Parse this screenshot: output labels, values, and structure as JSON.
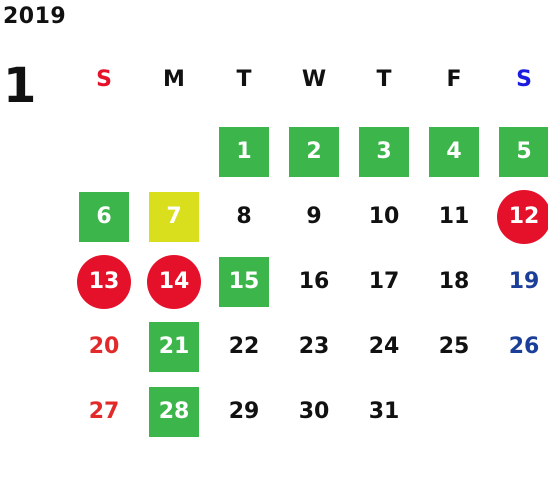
{
  "year": "2019",
  "month": "1",
  "colors": {
    "green": "#3cb64b",
    "yellow": "#d9de1d",
    "red": "#e5112a",
    "sunday_text": "#e22a2a",
    "saturday_text": "#1b3f99",
    "weekday_sunday": "#e5112a",
    "weekday_saturday": "#1c1ce0"
  },
  "weekdays": [
    {
      "label": "S",
      "color": "#e5112a"
    },
    {
      "label": "M",
      "color": "#111111"
    },
    {
      "label": "T",
      "color": "#111111"
    },
    {
      "label": "W",
      "color": "#111111"
    },
    {
      "label": "T",
      "color": "#111111"
    },
    {
      "label": "F",
      "color": "#111111"
    },
    {
      "label": "S",
      "color": "#1c1ce0"
    }
  ],
  "leading_blanks": 2,
  "days": [
    {
      "label": "1",
      "style": "green"
    },
    {
      "label": "2",
      "style": "green"
    },
    {
      "label": "3",
      "style": "green"
    },
    {
      "label": "4",
      "style": "green"
    },
    {
      "label": "5",
      "style": "green"
    },
    {
      "label": "6",
      "style": "green"
    },
    {
      "label": "7",
      "style": "yellow"
    },
    {
      "label": "8",
      "style": "plain"
    },
    {
      "label": "9",
      "style": "plain"
    },
    {
      "label": "10",
      "style": "plain"
    },
    {
      "label": "11",
      "style": "plain"
    },
    {
      "label": "12",
      "style": "red"
    },
    {
      "label": "13",
      "style": "red"
    },
    {
      "label": "14",
      "style": "red"
    },
    {
      "label": "15",
      "style": "green"
    },
    {
      "label": "16",
      "style": "plain"
    },
    {
      "label": "17",
      "style": "plain"
    },
    {
      "label": "18",
      "style": "plain"
    },
    {
      "label": "19",
      "style": "sat"
    },
    {
      "label": "20",
      "style": "sun"
    },
    {
      "label": "21",
      "style": "green"
    },
    {
      "label": "22",
      "style": "plain"
    },
    {
      "label": "23",
      "style": "plain"
    },
    {
      "label": "24",
      "style": "plain"
    },
    {
      "label": "25",
      "style": "plain"
    },
    {
      "label": "26",
      "style": "sat"
    },
    {
      "label": "27",
      "style": "sun"
    },
    {
      "label": "28",
      "style": "green"
    },
    {
      "label": "29",
      "style": "plain"
    },
    {
      "label": "30",
      "style": "plain"
    },
    {
      "label": "31",
      "style": "plain"
    }
  ]
}
